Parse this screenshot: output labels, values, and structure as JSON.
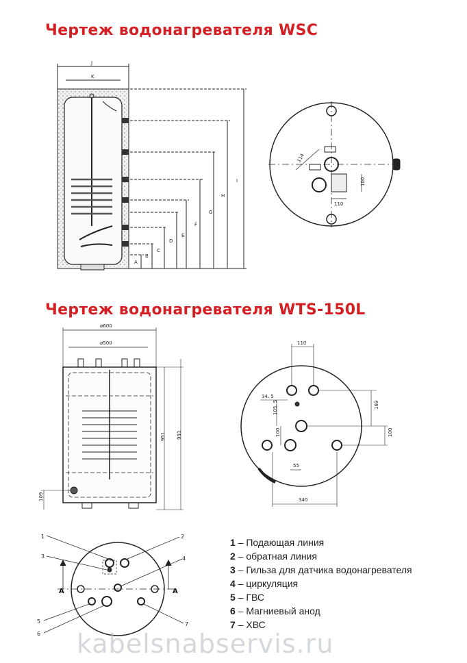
{
  "titles": {
    "wsc": "Чертеж водонагревателя WSC",
    "wts": "Чертеж водонагревателя WTS-150L"
  },
  "wsc": {
    "dim_labels": [
      "J",
      "K",
      "I",
      "H",
      "G",
      "F",
      "E",
      "D",
      "C",
      "B",
      "A"
    ],
    "top_view_dims": [
      "114",
      "100",
      "110"
    ]
  },
  "wts": {
    "dims": [
      "ø600",
      "ø500",
      "951",
      "993",
      "109"
    ],
    "top_view_dims": [
      "110",
      "34. 5",
      "105. 5",
      "169",
      "100",
      "100",
      "55",
      "340"
    ]
  },
  "schematic": {
    "callouts": [
      "1",
      "2",
      "3",
      "4",
      "5",
      "6",
      "7"
    ],
    "section_marks": [
      "A",
      "A"
    ]
  },
  "legend": [
    {
      "num": "1",
      "text": " – Подающая линия"
    },
    {
      "num": "2",
      "text": " – обратная линия"
    },
    {
      "num": "3",
      "text": " – Гильза для датчика водонагревателя"
    },
    {
      "num": "4",
      "text": " – циркуляция"
    },
    {
      "num": "5",
      "text": " – ГВС"
    },
    {
      "num": "6",
      "text": " – Магниевый анод"
    },
    {
      "num": "7",
      "text": " – ХВС"
    }
  ],
  "watermark": "kabelsnabservis.ru"
}
